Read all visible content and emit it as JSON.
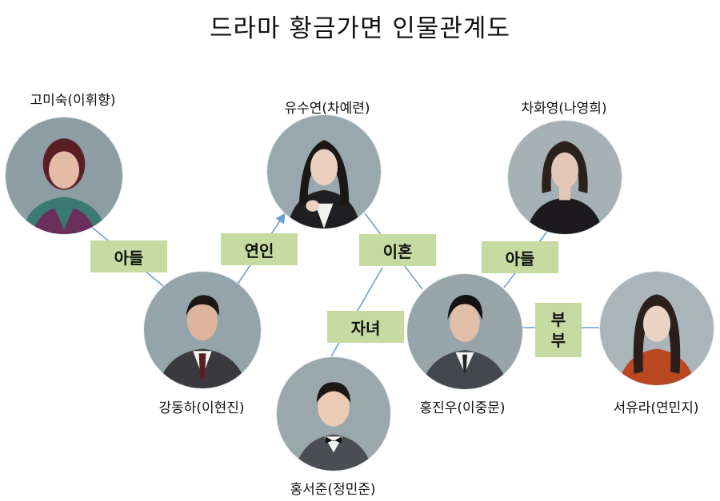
{
  "title": "드라마 황금가면 인물관계도",
  "people": {
    "go_misuk": {
      "name": "고미숙(이휘향)"
    },
    "yu_suyeon": {
      "name": "유수연(차예련)"
    },
    "cha_hwayoung": {
      "name": "차화영(나영희)"
    },
    "kang_dongha": {
      "name": "강동하(이현진)"
    },
    "hong_jinwoo": {
      "name": "홍진우(이중문)"
    },
    "seo_yura": {
      "name": "서유라(연민지)"
    },
    "hong_seojun": {
      "name": "홍서준(정민준)"
    }
  },
  "relations": {
    "son_left": "아들",
    "lover": "연인",
    "divorce": "이혼",
    "son_right": "아들",
    "child": "자녀",
    "spouse_1": "부",
    "spouse_2": "부"
  },
  "colors": {
    "label_bg": "#c5dba1",
    "line": "#6f9fd0",
    "photo_bg": "#8fa3ab"
  }
}
